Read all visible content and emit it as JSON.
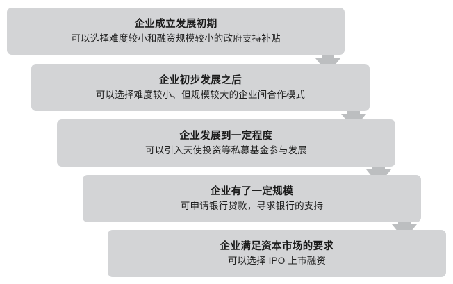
{
  "diagram": {
    "type": "descending-staircase-flow",
    "orientation": "top-left to bottom-right",
    "background_color": "#ffffff",
    "box_color": "#d3d4d6",
    "arrow_color": "#bcbec0",
    "title_color": "#1a1a1a",
    "desc_color": "#1f1f1f",
    "steps": [
      {
        "id": "step-1",
        "title": "企业成立发展初期",
        "desc": "可以选择难度较小和融资规模较小的政府支持补贴"
      },
      {
        "id": "step-2",
        "title": "企业初步发展之后",
        "desc": "可以选择难度较小、但规模较大的企业间合作模式"
      },
      {
        "id": "step-3",
        "title": "企业发展到一定程度",
        "desc": "可以引入天使投资等私募基金参与发展"
      },
      {
        "id": "step-4",
        "title": "企业有了一定规模",
        "desc": "可申请银行贷款，寻求银行的支持"
      },
      {
        "id": "step-5",
        "title": "企业满足资本市场的要求",
        "desc": "可以选择 IPO 上市融资"
      }
    ],
    "connectors": [
      {
        "id": "arrow-1",
        "from": "step-1",
        "to": "step-2",
        "icon": "down-arrow-icon"
      },
      {
        "id": "arrow-2",
        "from": "step-2",
        "to": "step-3",
        "icon": "down-arrow-icon"
      },
      {
        "id": "arrow-3",
        "from": "step-3",
        "to": "step-4",
        "icon": "down-arrow-icon"
      },
      {
        "id": "arrow-4",
        "from": "step-4",
        "to": "step-5",
        "icon": "down-arrow-icon"
      }
    ]
  }
}
